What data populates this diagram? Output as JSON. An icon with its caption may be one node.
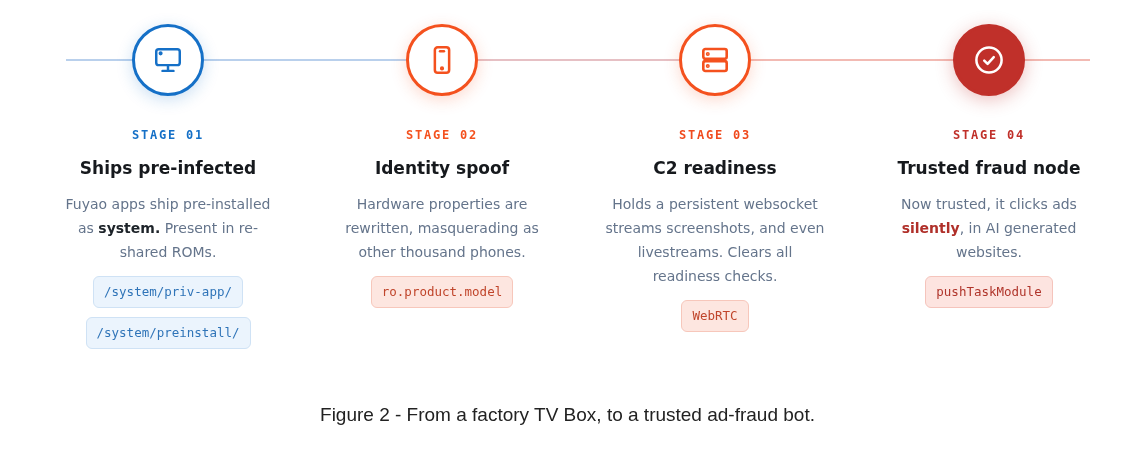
{
  "diagram": {
    "caption": "Figure 2 - From a factory TV Box, to a trusted ad-fraud bot.",
    "nodes": [
      {
        "text": [],
        "shape": "circle",
        "beside": [
          "STAGE 01",
          "Ships pre-infected",
          "Fuyao apps ship pre-installed as **system.** Present in re-shared ROMs."
        ]
      },
      {
        "text": [],
        "shape": "circle",
        "beside": [
          "STAGE 02",
          "Identity spoof",
          "Hardware properties are rewritten, masquerading as other thousand phones."
        ]
      },
      {
        "text": [],
        "shape": "circle",
        "beside": [
          "STAGE 03",
          "C2 readiness",
          "Holds a persistent websocket streams screenshots, and even livestreams. Clears all readiness checks."
        ]
      },
      {
        "text": [],
        "shape": "circle",
        "beside": [
          "STAGE 04",
          "Trusted fraud node",
          "Now trusted, it clicks ads **silently**, in AI generated websites."
        ]
      },
      {
        "text": [
          "/system/priv-app/"
        ]
      },
      {
        "text": [
          "/system/preinstall/"
        ]
      },
      {
        "text": [
          "ro.product.model"
        ]
      },
      {
        "text": [
          "WebRTC"
        ]
      },
      {
        "text": [
          "pushTaskModule"
        ]
      }
    ],
    "edges": [
      {
        "from": null,
        "to": 0,
        "arrow": "none",
        "color": "#b9d0ec"
      },
      {
        "from": 0,
        "to": 1,
        "arrow": "none",
        "color": "#b9d0ec"
      },
      {
        "from": 1,
        "to": 2,
        "arrow": "none",
        "color": "#e6c0c4"
      },
      {
        "from": 2,
        "to": 3,
        "arrow": "none",
        "color": "#f2bab3"
      },
      {
        "from": 3,
        "to": null,
        "arrow": "none",
        "color": "#f2bab3"
      }
    ]
  }
}
